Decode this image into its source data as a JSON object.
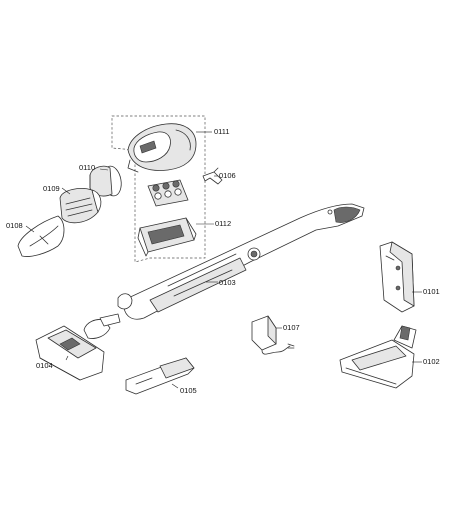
{
  "diagram": {
    "parts": [
      {
        "id": "0111"
      },
      {
        "id": "0110"
      },
      {
        "id": "0106"
      },
      {
        "id": "0109"
      },
      {
        "id": "0108"
      },
      {
        "id": "0112"
      },
      {
        "id": "0103"
      },
      {
        "id": "0101"
      },
      {
        "id": "0107"
      },
      {
        "id": "0104"
      },
      {
        "id": "0102"
      },
      {
        "id": "0105"
      }
    ]
  }
}
